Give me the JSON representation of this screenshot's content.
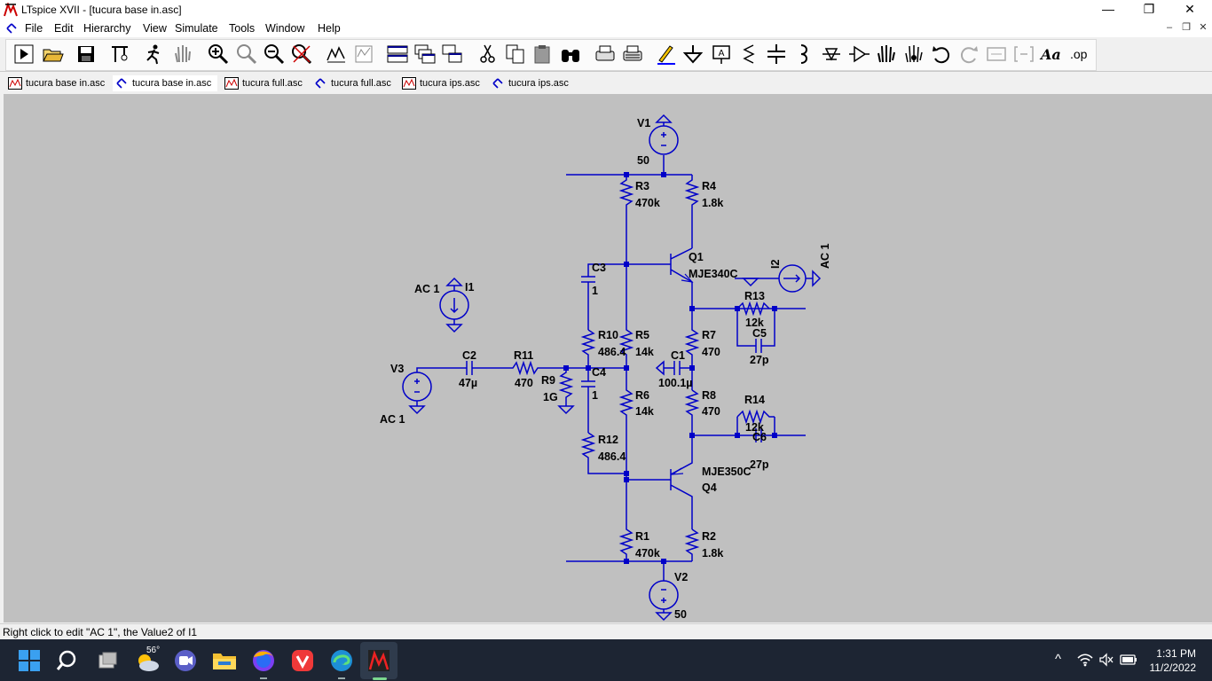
{
  "window": {
    "title": "LTspice XVII - [tucura base in.asc]",
    "minimize_glyph": "—",
    "restore_glyph": "❐",
    "close_glyph": "✕"
  },
  "menu": {
    "items": [
      "File",
      "Edit",
      "Hierarchy",
      "View",
      "Simulate",
      "Tools",
      "Window",
      "Help"
    ],
    "mdi_minimize": "–",
    "mdi_restore": "❐",
    "mdi_close": "✕"
  },
  "toolbar": {
    "buttons": [
      "run-icon",
      "open-icon",
      "save-icon",
      "control-panel-icon",
      "halt-icon",
      "pan-icon",
      "zoom-in-icon",
      "zoom-area-icon",
      "zoom-out-icon",
      "zoom-fit-icon",
      "autorange-icon",
      "waveform-settings-icon",
      "tile-horizontal-icon",
      "cascade-icon",
      "tile-vertical-icon",
      "cut-icon",
      "copy-icon",
      "paste-icon",
      "find-icon",
      "print-icon",
      "print-preview-icon",
      "draw-wire-icon",
      "ground-icon",
      "label-net-icon",
      "resistor-icon",
      "capacitor-icon",
      "inductor-icon",
      "diode-icon",
      "component-icon",
      "move-icon",
      "drag-icon",
      "undo-icon",
      "redo-icon",
      "rotate-icon",
      "mirror-icon",
      "text-icon",
      "spice-directive-icon"
    ],
    "text_label": "Aa",
    "op_label": ".op"
  },
  "tabs": [
    {
      "label": "tucura base in.asc",
      "icon": "waveform-icon",
      "active": false
    },
    {
      "label": "tucura base in.asc",
      "icon": "schematic-icon",
      "active": true
    },
    {
      "label": "tucura full.asc",
      "icon": "waveform-icon",
      "active": false
    },
    {
      "label": "tucura full.asc",
      "icon": "schematic-icon",
      "active": false
    },
    {
      "label": "tucura ips.asc",
      "icon": "waveform-icon",
      "active": false
    },
    {
      "label": "tucura ips.asc",
      "icon": "schematic-icon",
      "active": false
    }
  ],
  "schematic": {
    "wire_color": "#0000c8",
    "background": "#c0c0c0",
    "labels": {
      "V1": "V1",
      "V1_val": "50",
      "R3": "R3",
      "R3_val": "470k",
      "R4": "R4",
      "R4_val": "1.8k",
      "Q1": "Q1",
      "Q1_val": "MJE340C",
      "I2": "I2",
      "I2_val": "AC 1",
      "C3": "C3",
      "C3_val": "1",
      "I1": "I1",
      "I1_val": "AC 1",
      "R13": "R13",
      "R13_val": "12k",
      "C5": "C5",
      "C5_val": "27p",
      "R10": "R10",
      "R10_val": "486.4",
      "R5": "R5",
      "R5_val": "14k",
      "R7": "R7",
      "R7_val": "470",
      "V3": "V3",
      "V3_val": "AC 1",
      "C2": "C2",
      "C2_val": "47µ",
      "R11": "R11",
      "R11_val": "470",
      "R9": "R9",
      "R9_val": "1G",
      "C4": "C4",
      "C4_val": "1",
      "C1": "C1",
      "C1_val": "100.1µ",
      "R6": "R6",
      "R6_val": "14k",
      "R8": "R8",
      "R8_val": "470",
      "R14": "R14",
      "R14_val": "12k",
      "C6": "C6",
      "C6_val": "27p",
      "R12": "R12",
      "R12_val": "486.4",
      "Q4": "Q4",
      "Q4_val": "MJE350C",
      "R1": "R1",
      "R1_val": "470k",
      "R2": "R2",
      "R2_val": "1.8k",
      "V2": "V2",
      "V2_val": "50"
    }
  },
  "status": {
    "text": "Right click to edit \"AC 1\", the Value2 of I1"
  },
  "taskbar": {
    "weather_temp": "56°",
    "apps": [
      "start-icon",
      "search-icon",
      "task-view-icon",
      "weather-icon",
      "teams-icon",
      "file-explorer-icon",
      "firefox-icon",
      "vivaldi-icon",
      "edge-icon",
      "ltspice-icon"
    ],
    "tray_chevron": "^",
    "time": "1:31 PM",
    "date": "11/2/2022"
  }
}
